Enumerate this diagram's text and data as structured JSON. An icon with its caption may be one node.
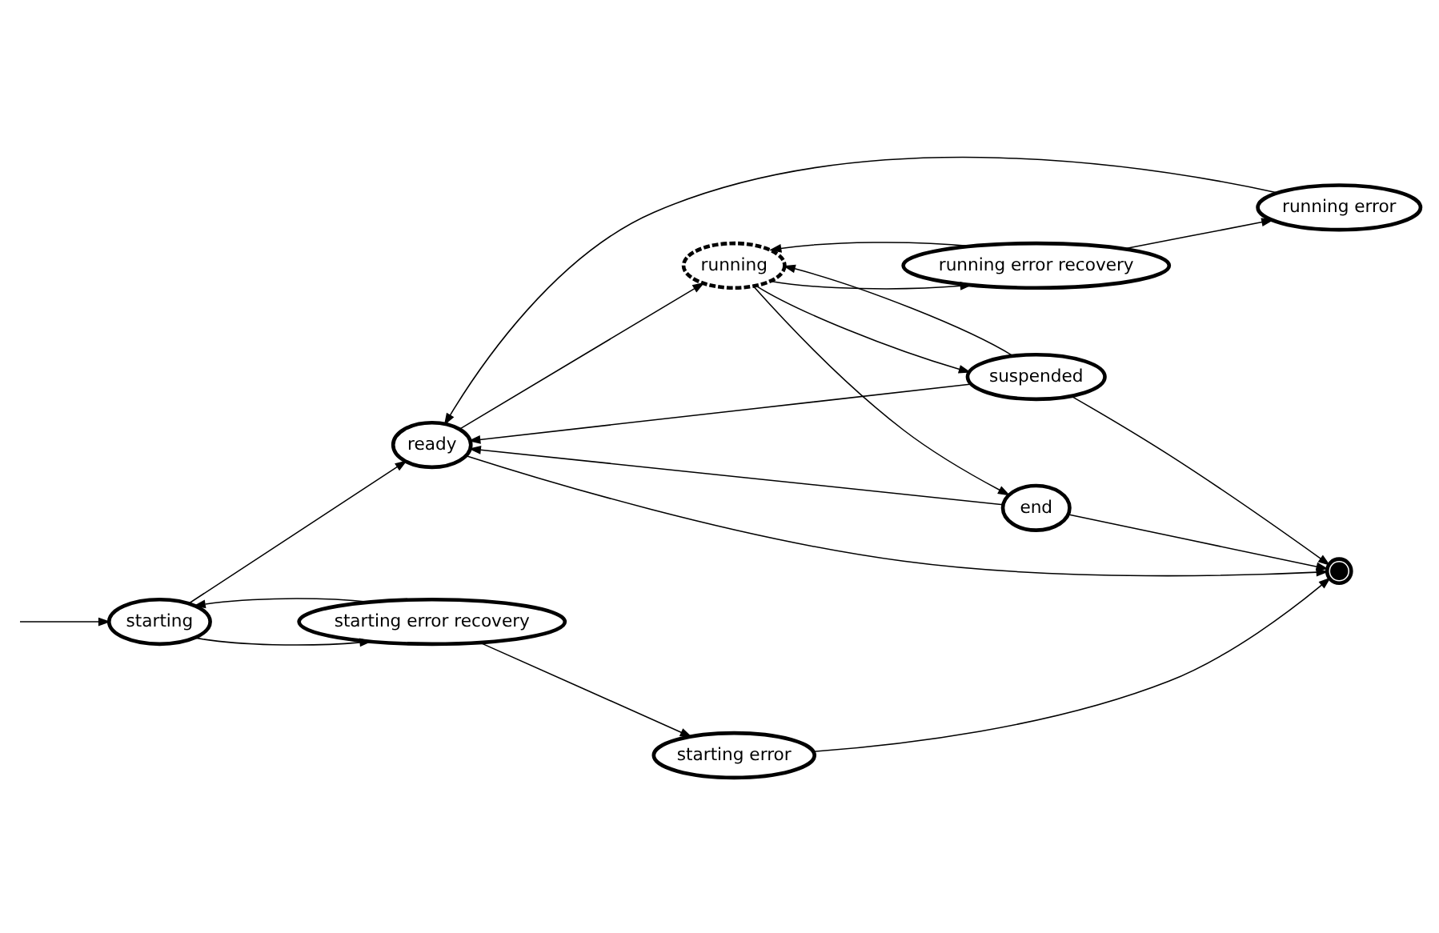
{
  "diagram": {
    "nodes": [
      {
        "text": [
          "starting"
        ]
      },
      {
        "text": [
          "ready"
        ]
      },
      {
        "text": [
          "suspended"
        ]
      },
      {
        "text": [
          "running"
        ]
      },
      {
        "text": [
          "end"
        ]
      },
      {
        "text": [],
        "shape": "circle"
      },
      {
        "text": [
          "starting error recovery"
        ]
      },
      {
        "text": [
          "running error recovery"
        ]
      },
      {
        "text": [
          "running error"
        ]
      },
      {
        "text": [
          "starting error"
        ]
      }
    ],
    "edges": [
      {
        "from": null,
        "to": 0,
        "arrow": "to"
      },
      {
        "from": 0,
        "to": 1,
        "arrow": "to"
      },
      {
        "from": 1,
        "to": 3,
        "arrow": "to"
      },
      {
        "from": 3,
        "to": 4,
        "arrow": "to"
      },
      {
        "from": 4,
        "to": 5,
        "arrow": "to"
      },
      {
        "from": 2,
        "to": 1,
        "arrow": "to"
      },
      {
        "from": 4,
        "to": 1,
        "arrow": "to"
      },
      {
        "from": 1,
        "to": 5,
        "arrow": "to"
      },
      {
        "from": 2,
        "to": 5,
        "arrow": "to"
      },
      {
        "from": 2,
        "to": 3,
        "arrow": "to"
      },
      {
        "from": 3,
        "to": 2,
        "arrow": "to"
      },
      {
        "from": 3,
        "to": 7,
        "arrow": "to"
      },
      {
        "from": 7,
        "to": 3,
        "arrow": "to"
      },
      {
        "from": 7,
        "to": 8,
        "arrow": "to"
      },
      {
        "from": 8,
        "to": 1,
        "arrow": "to"
      },
      {
        "from": 0,
        "to": 6,
        "arrow": "to"
      },
      {
        "from": 6,
        "to": 0,
        "arrow": "to"
      },
      {
        "from": 6,
        "to": 9,
        "arrow": "to"
      },
      {
        "from": 9,
        "to": 5,
        "arrow": "to"
      }
    ]
  }
}
